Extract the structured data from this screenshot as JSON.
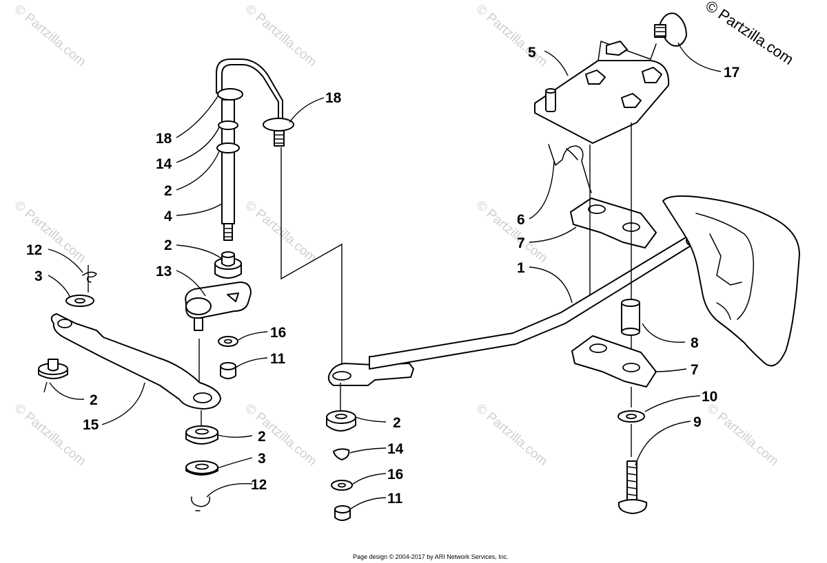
{
  "copyright": "© Partzilla.com",
  "watermark_text": "© Partzilla.com",
  "footer": "Page design © 2004-2017 by ARI Network Services, Inc.",
  "callouts": {
    "c1": "1",
    "c2a": "2",
    "c2b": "2",
    "c2c": "2",
    "c2d": "2",
    "c2e": "2",
    "c3a": "3",
    "c3b": "3",
    "c4": "4",
    "c5": "5",
    "c6": "6",
    "c7a": "7",
    "c7b": "7",
    "c8": "8",
    "c9": "9",
    "c10": "10",
    "c11a": "11",
    "c11b": "11",
    "c12a": "12",
    "c12b": "12",
    "c13": "13",
    "c14a": "14",
    "c14b": "14",
    "c15": "15",
    "c16a": "16",
    "c16b": "16",
    "c17": "17",
    "c18a": "18",
    "c18b": "18"
  },
  "colors": {
    "line": "#000000",
    "watermark": "#cfcfcf",
    "background": "#ffffff"
  }
}
